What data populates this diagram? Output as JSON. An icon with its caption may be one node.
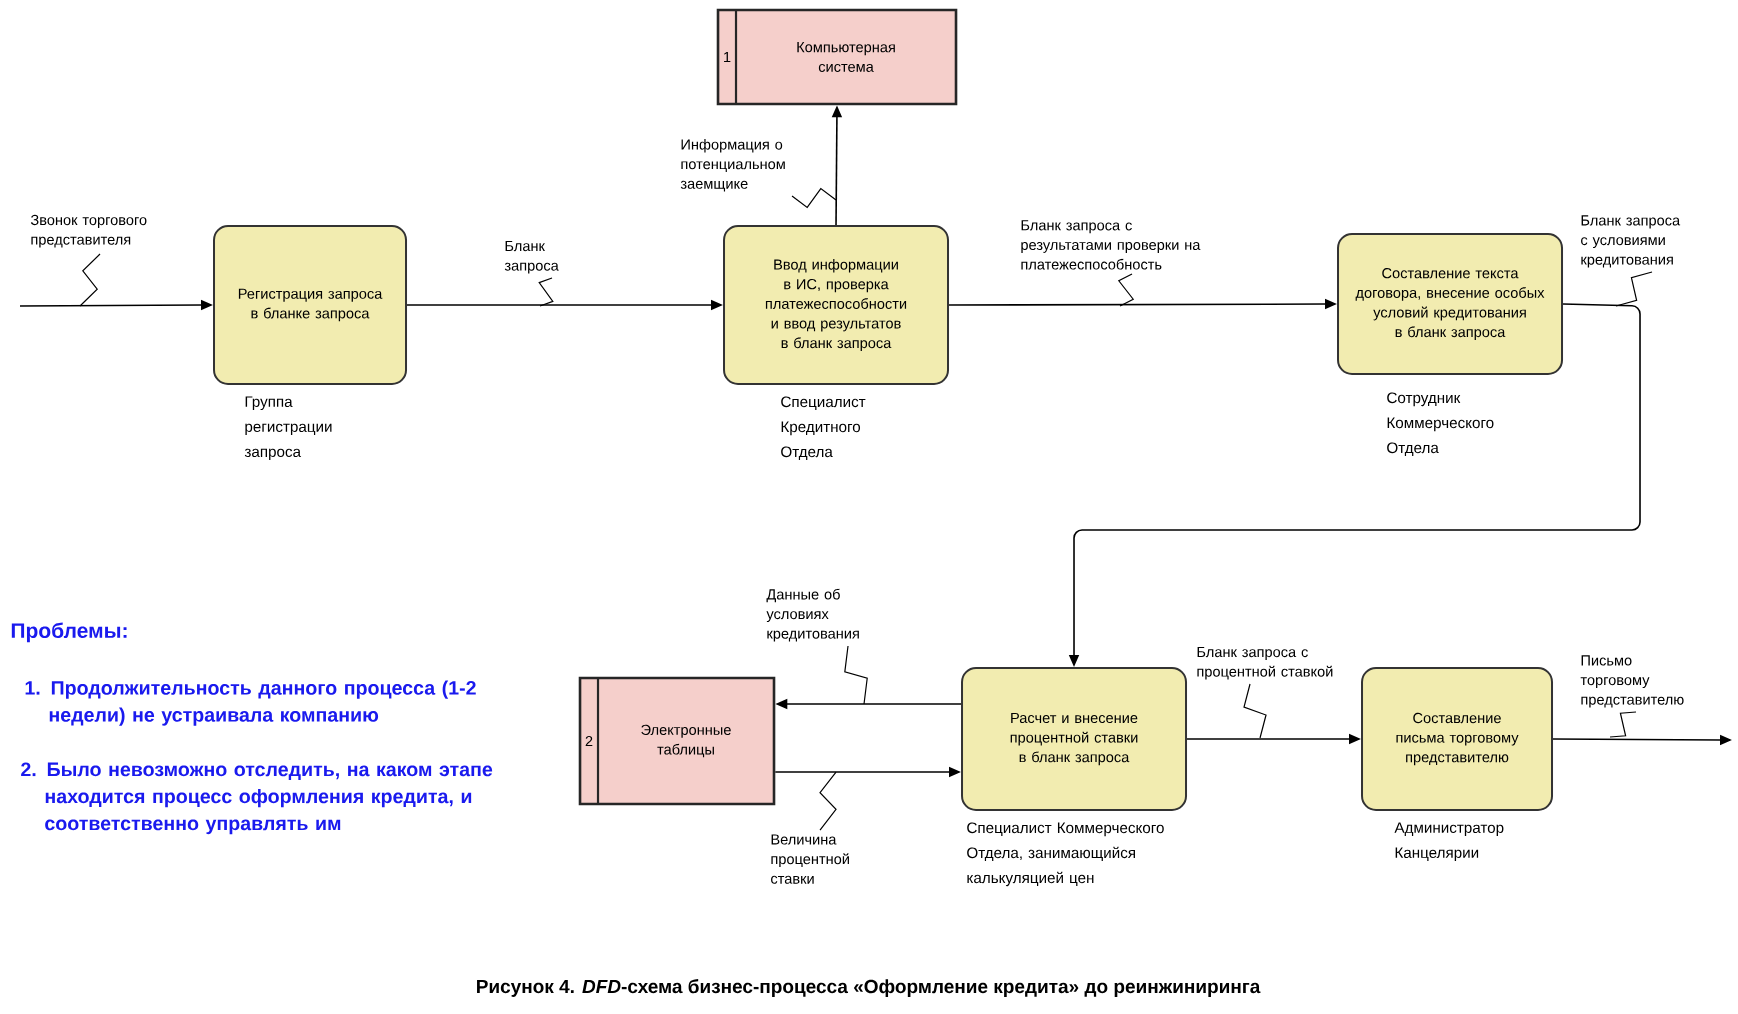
{
  "diagram": {
    "caption": "Рисунок 4. *DFD*-схема бизнес-процесса «Оформление кредита» до реинжиниринга",
    "nodes": [
      {
        "text": [
          "1",
          "Компьютерная система"
        ]
      },
      {
        "text": [
          "Регистрация запроса в бланке запроса"
        ],
        "beside": [
          "Группа регистрации запроса"
        ]
      },
      {
        "text": [
          "Ввод информации в ИС, проверка платежеспособности и ввод результатов в бланк запроса"
        ],
        "beside": [
          "Специалист Кредитного Отдела"
        ]
      },
      {
        "text": [
          "Составление текста договора, внесение особых условий кредитования в бланк запроса"
        ],
        "beside": [
          "Сотрудник Коммерческого Отдела"
        ]
      },
      {
        "text": [
          "2",
          "Электронные таблицы"
        ]
      },
      {
        "text": [
          "Расчет и внесение процентной ставки в бланк запроса"
        ],
        "beside": [
          "Специалист Коммерческого Отдела, занимающийся калькуляцией цен"
        ]
      },
      {
        "text": [
          "Составление письма торговому представителю"
        ],
        "beside": [
          "Администратор Канцелярии"
        ]
      }
    ],
    "edges": [
      {
        "from": null,
        "to": 1,
        "arrow": "to",
        "label": "Звонок торгового представителя"
      },
      {
        "from": 1,
        "to": 2,
        "arrow": "to",
        "label": "Бланк запроса"
      },
      {
        "from": 2,
        "to": 0,
        "arrow": "to",
        "label": "Информация о потенциальном заемщике"
      },
      {
        "from": 2,
        "to": 3,
        "arrow": "to",
        "label": "Бланк запроса с результатами проверки на платежеспособность"
      },
      {
        "from": 3,
        "to": 5,
        "arrow": "to",
        "label": "Бланк запроса с условиями кредитования"
      },
      {
        "from": 5,
        "to": 4,
        "arrow": "to",
        "label": "Данные об условиях кредитования"
      },
      {
        "from": 4,
        "to": 5,
        "arrow": "to",
        "label": "Величина процентной ставки"
      },
      {
        "from": 5,
        "to": 6,
        "arrow": "to",
        "label": "Бланк запроса с процентной ставкой"
      },
      {
        "from": 6,
        "to": null,
        "arrow": "to",
        "label": "Письмо торговому представителю"
      }
    ],
    "labels": [
      "Проблемы:",
      "1. Продолжительность данного процесса (1-2 недели) не устраивала компанию",
      "2. Было невозможно отследить, на каком этапе находится процесс оформления кредита, и соответственно управлять им"
    ]
  }
}
